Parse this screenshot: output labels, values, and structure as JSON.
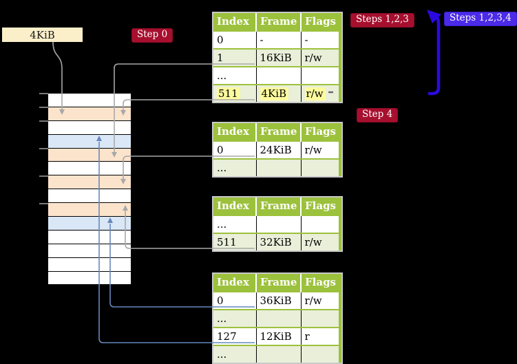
{
  "colors": {
    "background": "#000000",
    "table_header_green": "#9CC13C",
    "table_row_green": "#E9EFD9",
    "memory_row_orange": "#FCE4CC",
    "memory_row_blue": "#DAE7F7",
    "size_box_cream": "#FAEFC9",
    "badge_red": "#A60F2E",
    "badge_violet": "#4B2BE8",
    "thick_arrow_blue": "#2A0AE0",
    "connector_gray": "#A8A8A8",
    "connector_blue": "#6688BB",
    "highlight_yellow": "#FDFB9E",
    "tick_gray": "#999999"
  },
  "labels": {
    "size_box": "4KiB",
    "step0": "Step 0",
    "steps123": "Steps 1,2,3",
    "steps1234": "Steps 1,2,3,4",
    "step4": "Step 4"
  },
  "memory": {
    "rows": [
      "white",
      "orange",
      "white",
      "blue",
      "orange",
      "white",
      "orange",
      "white",
      "orange",
      "blue",
      "white",
      "white",
      "white",
      "white"
    ]
  },
  "tables": [
    {
      "headers": [
        "Index",
        "Frame",
        "Flags"
      ],
      "rows": [
        {
          "cells": [
            "0",
            "-",
            "-"
          ],
          "shade": false,
          "hl": false
        },
        {
          "cells": [
            "1",
            "16KiB",
            "r/w"
          ],
          "shade": true,
          "hl": false
        },
        {
          "cells": [
            "...",
            "",
            ""
          ],
          "shade": false,
          "hl": false
        },
        {
          "cells": [
            "511",
            "4KiB",
            "r/w"
          ],
          "shade": true,
          "hl": true
        }
      ]
    },
    {
      "headers": [
        "Index",
        "Frame",
        "Flags"
      ],
      "rows": [
        {
          "cells": [
            "0",
            "24KiB",
            "r/w"
          ],
          "shade": false,
          "hl": false
        },
        {
          "cells": [
            "...",
            "",
            ""
          ],
          "shade": true,
          "hl": false
        }
      ]
    },
    {
      "headers": [
        "Index",
        "Frame",
        "Flags"
      ],
      "rows": [
        {
          "cells": [
            "...",
            "",
            ""
          ],
          "shade": false,
          "hl": false
        },
        {
          "cells": [
            "511",
            "32KiB",
            "r/w"
          ],
          "shade": true,
          "hl": false
        }
      ]
    },
    {
      "headers": [
        "Index",
        "Frame",
        "Flags"
      ],
      "rows": [
        {
          "cells": [
            "0",
            "36KiB",
            "r/w"
          ],
          "shade": false,
          "hl": false
        },
        {
          "cells": [
            "...",
            "",
            ""
          ],
          "shade": true,
          "hl": false
        },
        {
          "cells": [
            "127",
            "12KiB",
            "r"
          ],
          "shade": false,
          "hl": false
        },
        {
          "cells": [
            "...",
            "",
            ""
          ],
          "shade": true,
          "hl": false
        }
      ]
    }
  ]
}
